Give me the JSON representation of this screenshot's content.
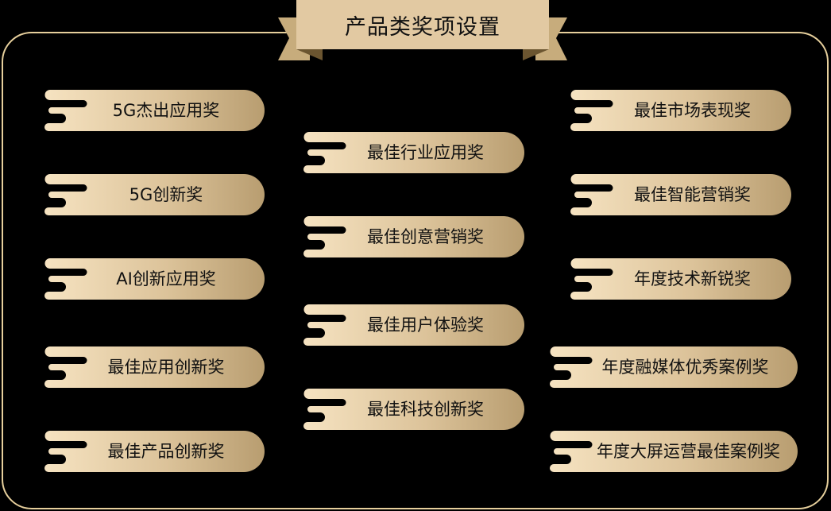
{
  "title": "产品类奖项设置",
  "colors": {
    "gold_light": "#f6e3c1",
    "gold_dark": "#b89d70",
    "border": "#e6cf9c",
    "banner": "#e2c9a2"
  },
  "awards": {
    "left": [
      "5G杰出应用奖",
      "5G创新奖",
      "AI创新应用奖",
      "最佳应用创新奖",
      "最佳产品创新奖"
    ],
    "middle": [
      "最佳行业应用奖",
      "最佳创意营销奖",
      "最佳用户体验奖",
      "最佳科技创新奖"
    ],
    "right": [
      "最佳市场表现奖",
      "最佳智能营销奖",
      "年度技术新锐奖",
      "年度融媒体优秀案例奖",
      "年度大屏运营最佳案例奖"
    ]
  }
}
